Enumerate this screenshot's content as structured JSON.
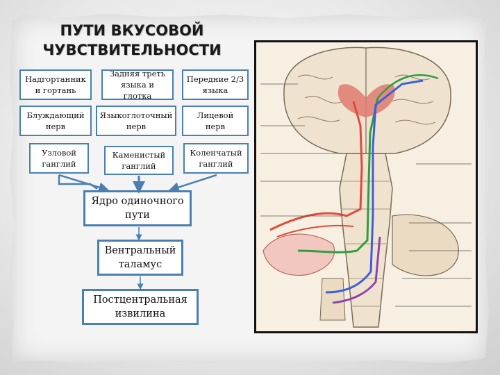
{
  "title": "ПУТИ ВКУСОВОЙ\nЧУВСТВИТЕЛЬНОСТИ",
  "columns": [
    {
      "region": "Надгортанник\nи гортань",
      "nerve": "Блуждающий\nнерв",
      "ganglion": "Узловой\nганглий"
    },
    {
      "region": "Задняя треть\nязыка и глотка",
      "nerve": "Языкоглоточный\nнерв",
      "ganglion": "Каменистый\nганглий"
    },
    {
      "region": "Передние 2/3\nязыка",
      "nerve": "Лицевой\nнерв",
      "ganglion": "Коленчатый\nганглий"
    }
  ],
  "chain": [
    "Ядро одиночного\nпути",
    "Вентральный\nталамус",
    "Постцентральная\nизвилина"
  ],
  "colors": {
    "box_border": "#4a7fb0",
    "arrow": "#4a7fb0",
    "pathway_red": "#e04a3a",
    "pathway_green": "#2e9e3c",
    "pathway_blue": "#3b5fd9",
    "pathway_purple": "#8e44ad"
  }
}
